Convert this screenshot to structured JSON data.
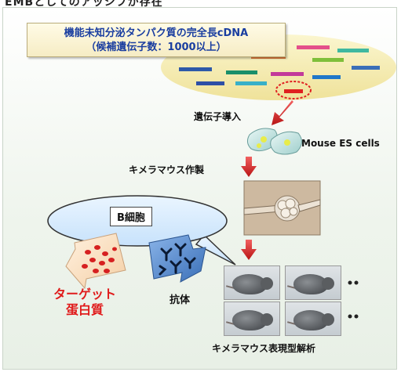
{
  "header": {
    "title_partial": "EMBとしてのアッシブが存在"
  },
  "title_box": {
    "line1": "機能未知分泌タンパク質の完全長cDNA",
    "line2": "（候補遺伝子数：1000以上）"
  },
  "steps": {
    "gene_transfer": "遺伝子導入",
    "es_cells": "Mouse ES cells",
    "chimera_production": "キメラマウス作製",
    "phenotype_analysis": "キメラマウス表現型解析"
  },
  "immune": {
    "b_cell": "B細胞",
    "antibody": "抗体",
    "target_protein_line1": "ターゲット",
    "target_protein_line2": "蛋白質"
  },
  "grid_ellipsis": "••",
  "colors": {
    "title_text": "#1a3ea0",
    "arrow": "#d42020",
    "ellipse_fill": "#d7ecff",
    "highlight_ellipse": "#f4e9a6"
  }
}
